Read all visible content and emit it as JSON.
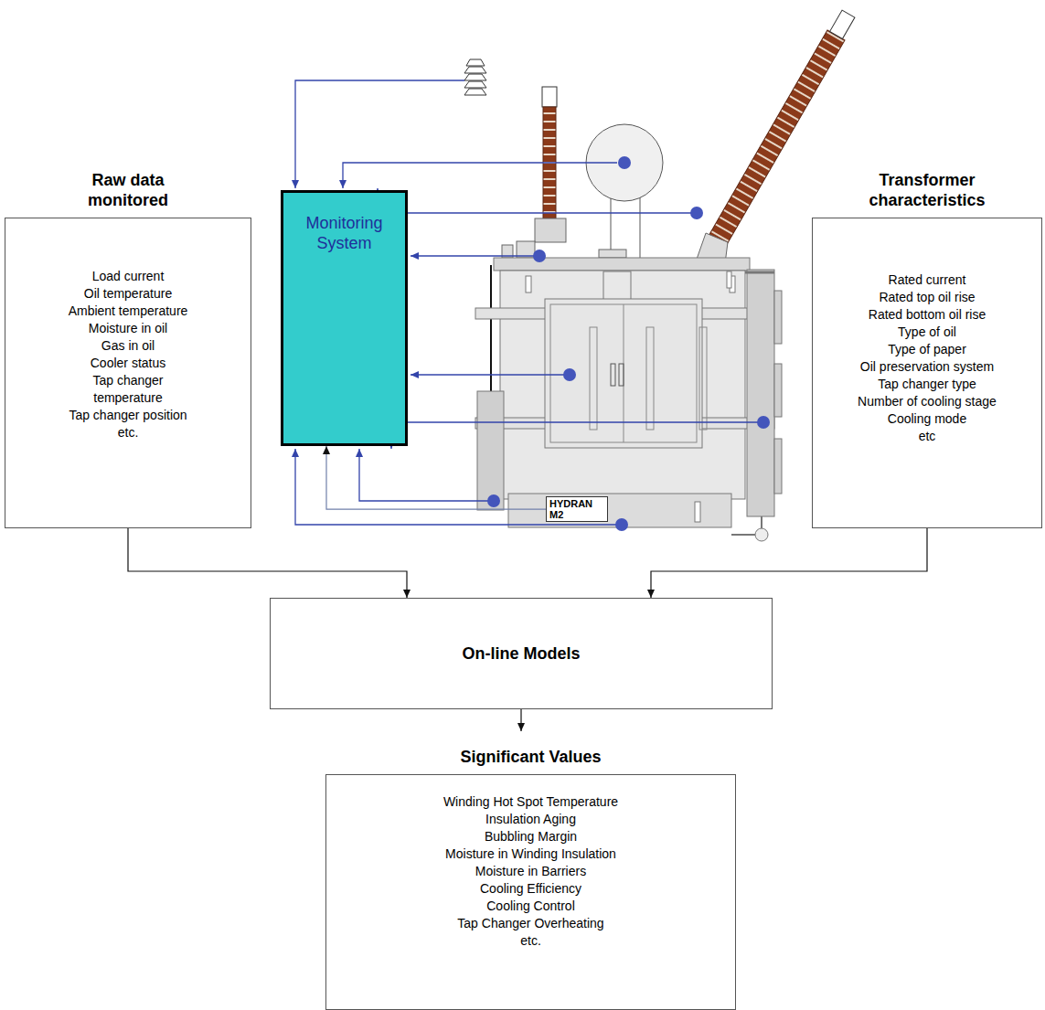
{
  "diagram": {
    "nodes": [
      {
        "text": [
          "Raw data monitored",
          "Load current",
          "Oil temperature",
          "Ambient temperature",
          "Moisture in oil",
          "Gas in oil",
          "Cooler status",
          "Tap changer temperature",
          "Tap changer position",
          "etc."
        ]
      },
      {
        "text": [
          "Monitoring System"
        ]
      },
      {
        "text": [
          "Transformer characteristics",
          "Rated current",
          "Rated top oil rise",
          "Rated bottom oil rise",
          "Type of oil",
          "Type of paper",
          "Oil preservation system",
          "Tap changer type",
          "Number of cooling stage",
          "Cooling mode",
          "etc"
        ]
      },
      {
        "text": [
          "On-line Models"
        ]
      },
      {
        "text": [
          "Significant Values",
          "Winding Hot Spot Temperature",
          "Insulation Aging",
          "Bubbling Margin",
          "Moisture in Winding Insulation",
          "Moisture in Barriers",
          "Cooling Efficiency",
          "Cooling Control",
          "Tap Changer Overheating",
          "etc."
        ]
      },
      {
        "text": [
          "HYDRAN M2"
        ]
      }
    ],
    "edges": [
      {
        "from": 0,
        "to": 3,
        "arrow": "to"
      },
      {
        "from": 2,
        "to": 3,
        "arrow": "to"
      },
      {
        "from": 3,
        "to": 4,
        "arrow": "to"
      },
      {
        "from": 5,
        "to": 1,
        "arrow": "to"
      }
    ]
  }
}
